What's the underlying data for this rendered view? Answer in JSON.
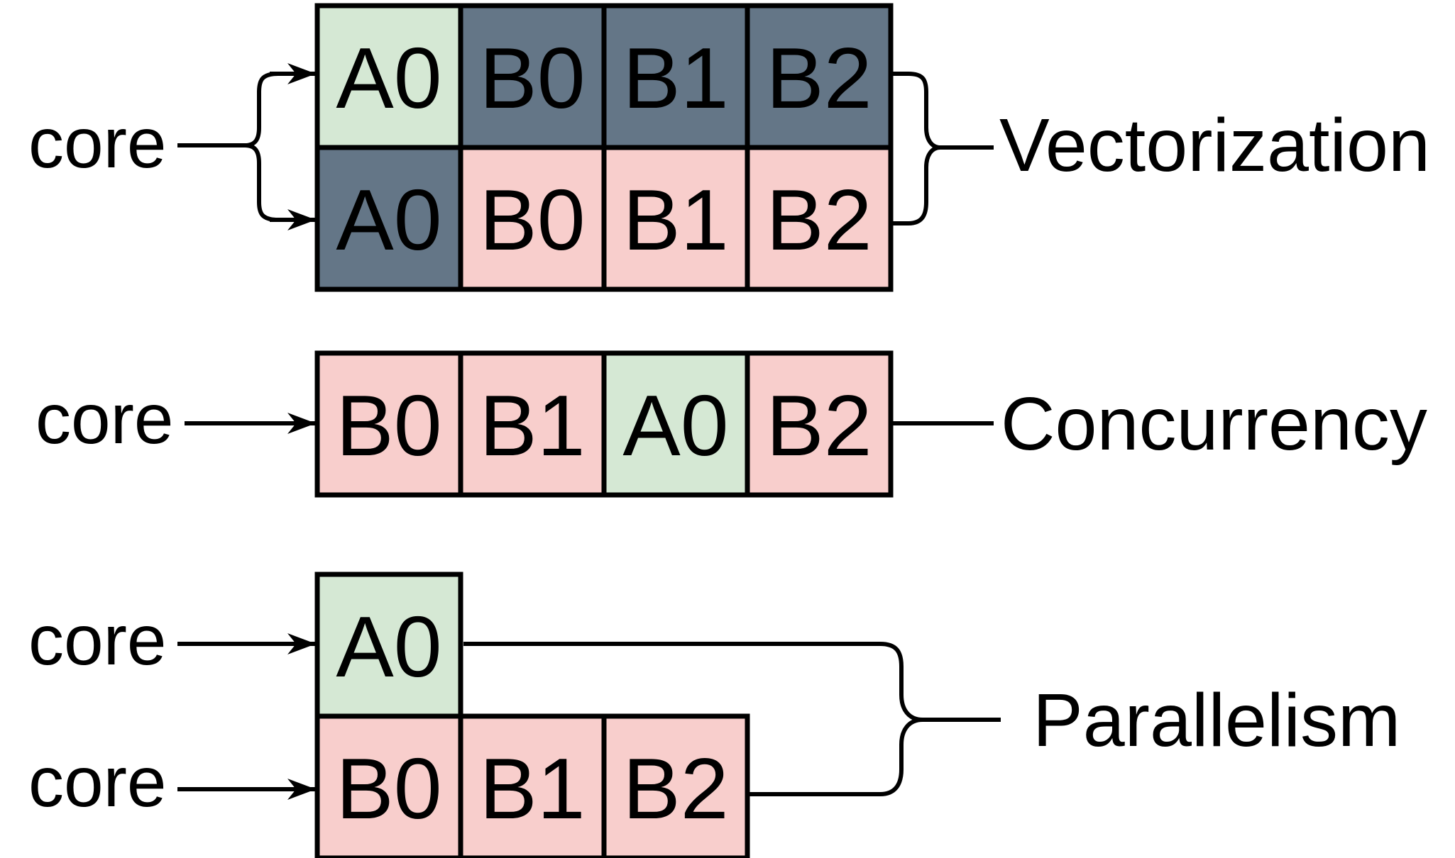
{
  "colors": {
    "green": "#d5e8d4",
    "pink": "#f8cecc",
    "slate": "#647687",
    "dark_text": "#000000",
    "light_text": "#ffffff",
    "stroke": "#000000"
  },
  "core_label": "core",
  "sections": {
    "vectorization": {
      "label": "Vectorization",
      "rows": [
        [
          {
            "text": "A0",
            "fill": "green"
          },
          {
            "text": "B0",
            "fill": "slate"
          },
          {
            "text": "B1",
            "fill": "slate"
          },
          {
            "text": "B2",
            "fill": "slate"
          }
        ],
        [
          {
            "text": "A0",
            "fill": "slate"
          },
          {
            "text": "B0",
            "fill": "pink"
          },
          {
            "text": "B1",
            "fill": "pink"
          },
          {
            "text": "B2",
            "fill": "pink"
          }
        ]
      ]
    },
    "concurrency": {
      "label": "Concurrency",
      "rows": [
        [
          {
            "text": "B0",
            "fill": "pink"
          },
          {
            "text": "B1",
            "fill": "pink"
          },
          {
            "text": "A0",
            "fill": "green"
          },
          {
            "text": "B2",
            "fill": "pink"
          }
        ]
      ]
    },
    "parallelism": {
      "label": "Parallelism",
      "rows": [
        [
          {
            "text": "A0",
            "fill": "green"
          }
        ],
        [
          {
            "text": "B0",
            "fill": "pink"
          },
          {
            "text": "B1",
            "fill": "pink"
          },
          {
            "text": "B2",
            "fill": "pink"
          }
        ]
      ]
    }
  }
}
